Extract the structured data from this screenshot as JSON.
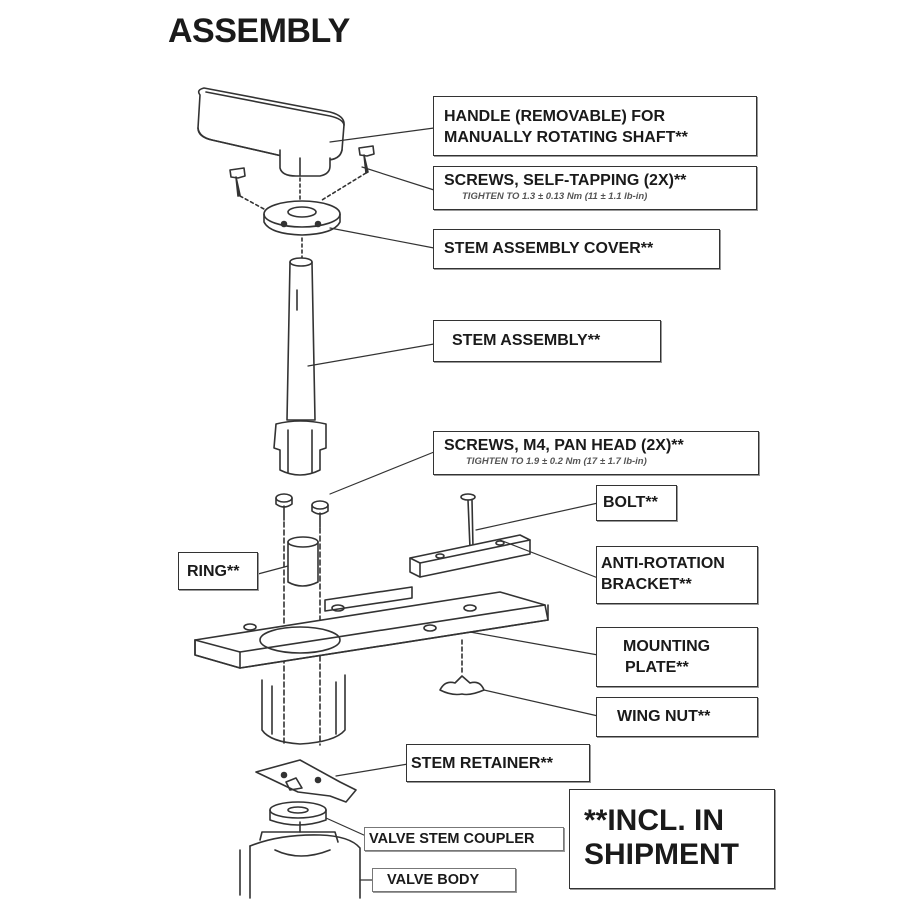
{
  "title": "ASSEMBLY",
  "labels": {
    "handle": [
      "HANDLE (REMOVABLE) FOR",
      "MANUALLY ROTATING SHAFT**"
    ],
    "screws_self_tapping": "SCREWS, SELF-TAPPING (2X)**",
    "screws_self_tapping_note": "TIGHTEN TO 1.3 ± 0.13 Nm (11 ± 1.1 lb-in)",
    "stem_assembly_cover": "STEM ASSEMBLY COVER**",
    "stem_assembly": "STEM ASSEMBLY**",
    "screws_m4": "SCREWS, M4, PAN HEAD  (2X)**",
    "screws_m4_note": "TIGHTEN TO 1.9 ± 0.2 Nm (17 ± 1.7 lb-in)",
    "bolt": "BOLT**",
    "anti_rotation_bracket": [
      "ANTI-ROTATION",
      "BRACKET**"
    ],
    "ring": "RING**",
    "mounting_plate": [
      "MOUNTING",
      "PLATE**"
    ],
    "wing_nut": "WING NUT**",
    "stem_retainer": "STEM RETAINER**",
    "valve_stem_coupler": "VALVE STEM COUPLER",
    "valve_body": "VALVE BODY"
  },
  "note": [
    "**INCL. IN",
    "SHIPMENT"
  ]
}
